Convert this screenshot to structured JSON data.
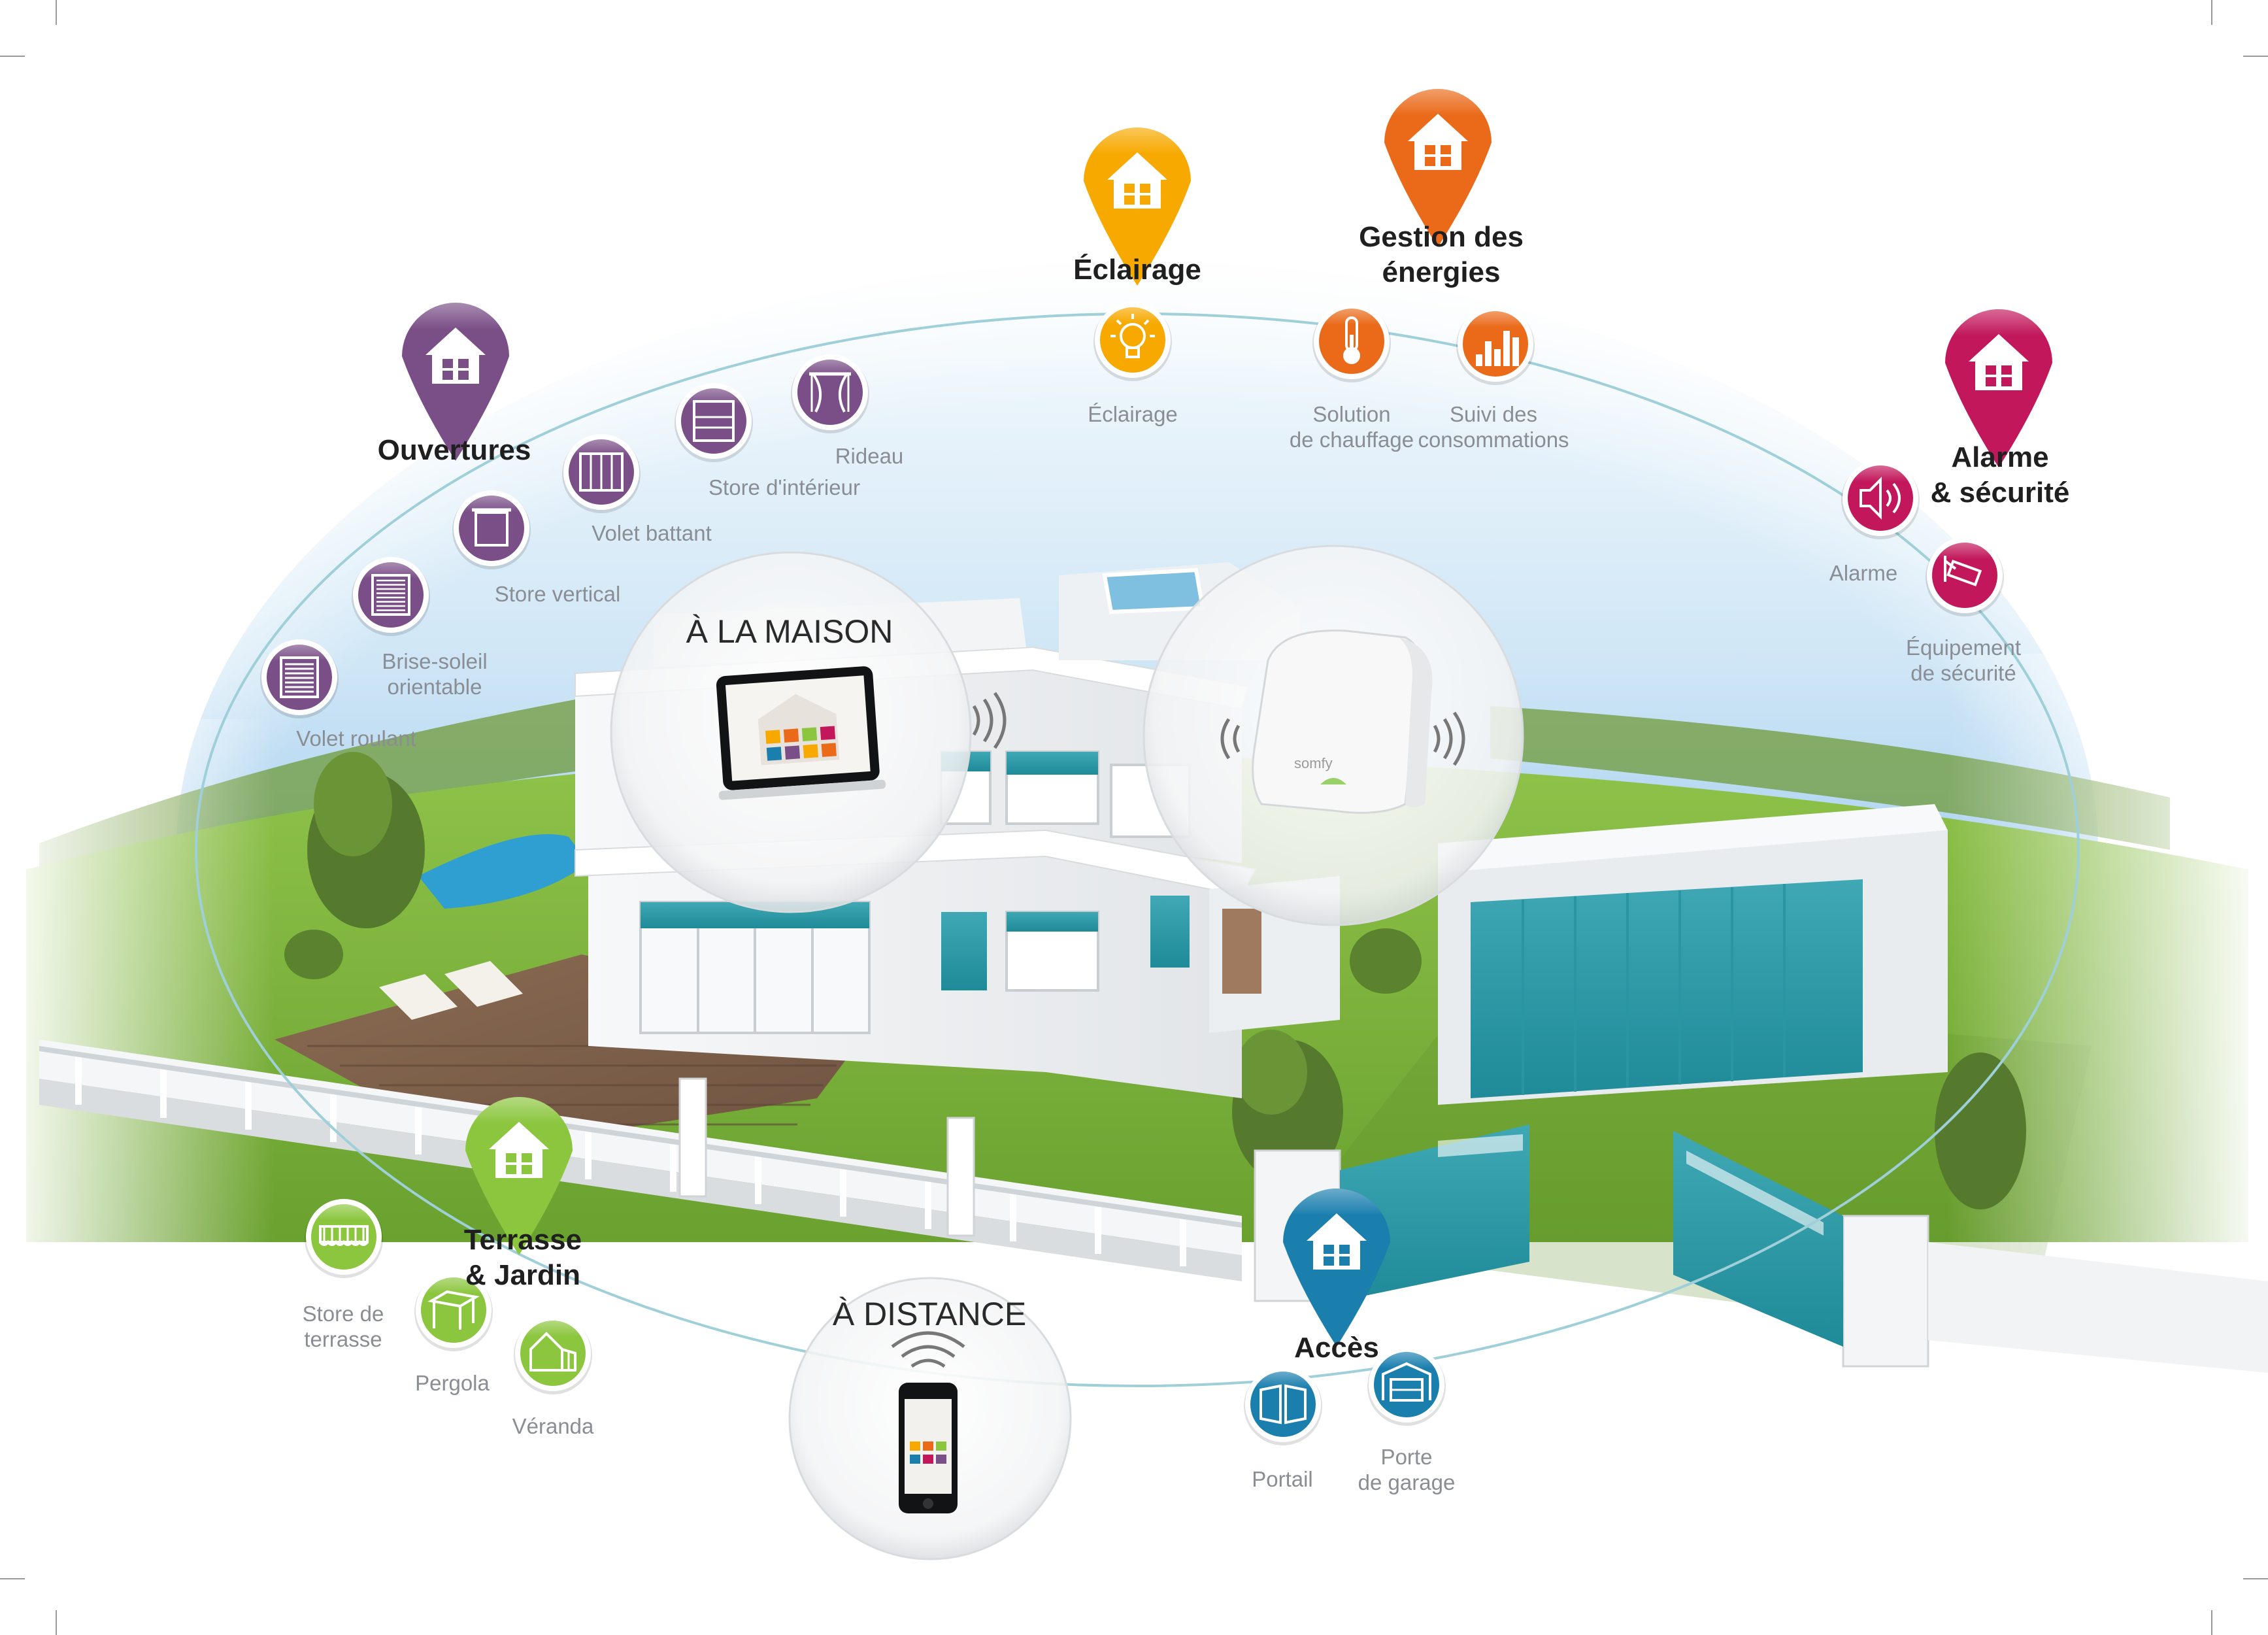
{
  "colors": {
    "ouvertures": "#7a4f87",
    "eclairage": "#f7a900",
    "energies": "#ea6a1a",
    "alarme": "#c2185b",
    "terrasse": "#8cc63e",
    "acces": "#1b7fae",
    "ring": "#9fcfd8"
  },
  "categories": {
    "ouvertures": "Ouvertures",
    "eclairage": "Éclairage",
    "energies": "Gestion des\nénergies",
    "alarme": "Alarme\n& sécurité",
    "terrasse": "Terrasse\n& Jardin",
    "acces": "Accès"
  },
  "items": {
    "volet_roulant": {
      "label": "Volet roulant",
      "icon": "roller-shutter-icon"
    },
    "brise_soleil": {
      "label": "Brise-soleil\norientable",
      "icon": "louvre-icon"
    },
    "store_vertical": {
      "label": "Store vertical",
      "icon": "vertical-blind-icon"
    },
    "volet_battant": {
      "label": "Volet battant",
      "icon": "hinged-shutter-icon"
    },
    "store_interieur": {
      "label": "Store d'intérieur",
      "icon": "interior-blind-icon"
    },
    "rideau": {
      "label": "Rideau",
      "icon": "curtain-icon"
    },
    "eclairage": {
      "label": "Éclairage",
      "icon": "light-bulb-icon"
    },
    "chauffage": {
      "label": "Solution\nde chauffage",
      "icon": "thermometer-icon"
    },
    "consommations": {
      "label": "Suivi des\nconsommations",
      "icon": "bar-chart-icon"
    },
    "alarme": {
      "label": "Alarme",
      "icon": "speaker-icon"
    },
    "equipement": {
      "label": "Équipement\nde sécurité",
      "icon": "camera-icon"
    },
    "store_terrasse": {
      "label": "Store de\nterrasse",
      "icon": "awning-icon"
    },
    "pergola": {
      "label": "Pergola",
      "icon": "pergola-icon"
    },
    "veranda": {
      "label": "Véranda",
      "icon": "veranda-icon"
    },
    "portail": {
      "label": "Portail",
      "icon": "gate-icon"
    },
    "porte_garage": {
      "label": "Porte\nde garage",
      "icon": "garage-door-icon"
    }
  },
  "zones": {
    "maison": "À LA MAISON",
    "distance": "À DISTANCE"
  },
  "brand": "somfy"
}
